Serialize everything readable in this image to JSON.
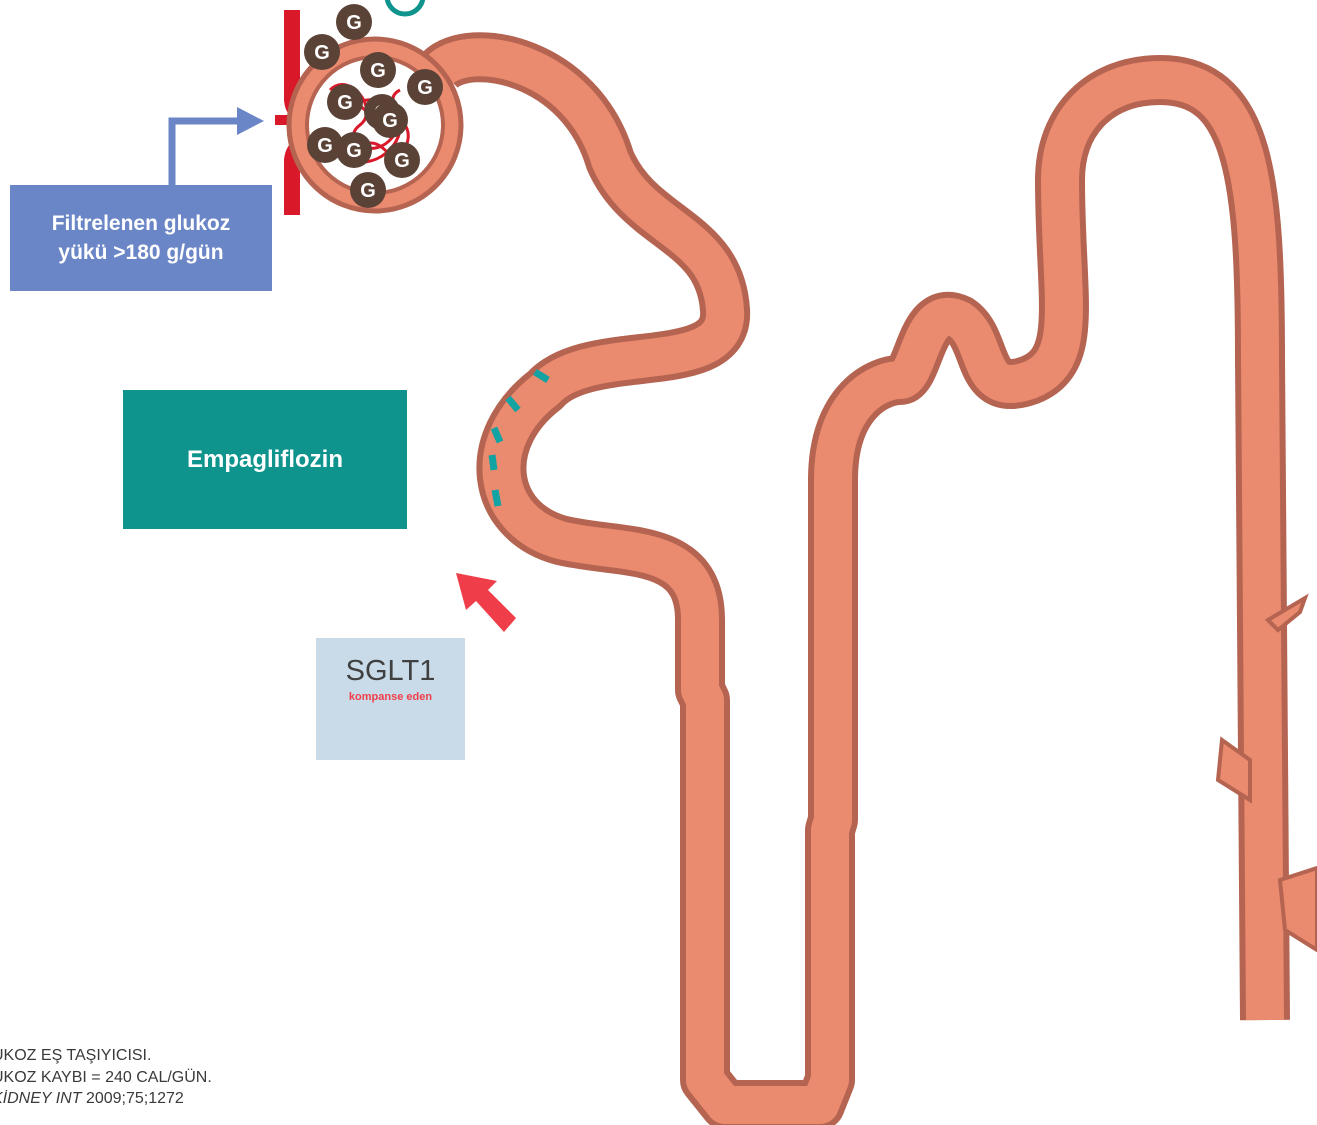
{
  "glucose_label": "G",
  "filtered_load_box": {
    "line1": "Filtrelenen glukoz",
    "line2": "yükü >180 g/gün"
  },
  "drug_box": {
    "label": "Empagliflozin"
  },
  "sglt1_box": {
    "title": "SGLT1",
    "subtitle": "kompanse eden"
  },
  "footnotes": {
    "line1": "UKOZ EŞ TAŞIYICISI.",
    "line2": "UKOZ KAYBI = 240 CAL/GÜN.",
    "line3_journal": "KİDNEY INT",
    "line3_rest": " 2009;75;1272"
  },
  "colors": {
    "tubule_fill": "#ea8a6e",
    "tubule_border": "#b56451",
    "blood_vessel": "#d9182a",
    "glucose_molecule": "#5b4236",
    "filtered_box": "#6b86c6",
    "drug_box": "#0e938d",
    "sglt1_box": "#c9dbe8",
    "red_arrow": "#ef3e4a",
    "sglt_marker": "#14a3a3"
  }
}
